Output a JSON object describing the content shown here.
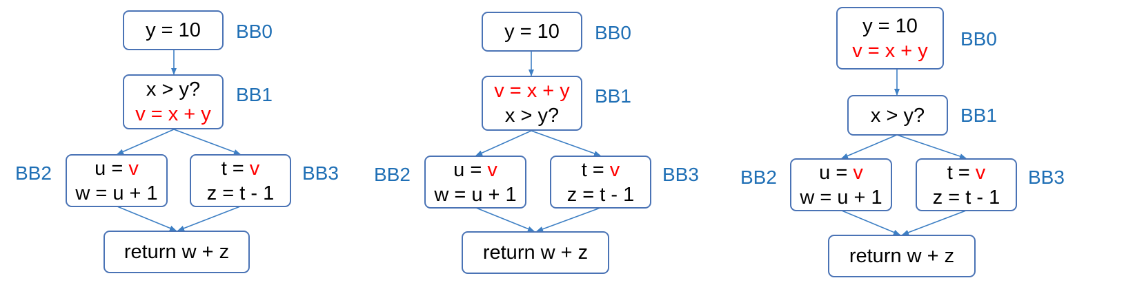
{
  "colors": {
    "box_border": "#4a73b5",
    "label": "#1f6fb5",
    "arrow": "#3d7fc4",
    "highlight": "#ff0000"
  },
  "diagrams": [
    {
      "bb0": {
        "lines": [
          "y = 10"
        ],
        "label": "BB0"
      },
      "bb1": {
        "lines": [
          "x > y?",
          "v = x + y"
        ],
        "label": "BB1"
      },
      "bb2": {
        "line1_prefix": "u = ",
        "line1_var": "v",
        "line2": "w = u + 1",
        "label": "BB2"
      },
      "bb3": {
        "line1_prefix": "t = ",
        "line1_var": "v",
        "line2": "z = t - 1",
        "label": "BB3"
      },
      "ret": {
        "text": "return w + z"
      }
    },
    {
      "bb0": {
        "lines": [
          "y = 10"
        ],
        "label": "BB0"
      },
      "bb1": {
        "lines": [
          "v = x + y",
          "x > y?"
        ],
        "label": "BB1"
      },
      "bb2": {
        "line1_prefix": "u = ",
        "line1_var": "v",
        "line2": "w = u + 1",
        "label": "BB2"
      },
      "bb3": {
        "line1_prefix": "t = ",
        "line1_var": "v",
        "line2": "z = t - 1",
        "label": "BB3"
      },
      "ret": {
        "text": "return w + z"
      }
    },
    {
      "bb0": {
        "lines": [
          "y = 10",
          "v = x + y"
        ],
        "label": "BB0"
      },
      "bb1": {
        "lines": [
          "x > y?"
        ],
        "label": "BB1"
      },
      "bb2": {
        "line1_prefix": "u = ",
        "line1_var": "v",
        "line2": "w = u + 1",
        "label": "BB2"
      },
      "bb3": {
        "line1_prefix": "t = ",
        "line1_var": "v",
        "line2": "z = t - 1",
        "label": "BB3"
      },
      "ret": {
        "text": "return w + z"
      }
    }
  ]
}
